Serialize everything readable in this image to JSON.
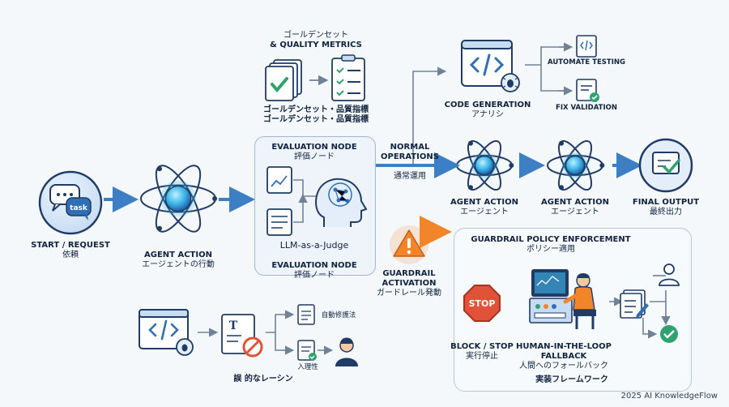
{
  "start": {
    "title": "START / REQUEST",
    "jp": "依頼",
    "bubble_text": "task"
  },
  "agent_action_main": {
    "title": "AGENT ACTION",
    "jp": "エージェントの行動"
  },
  "golden_set": {
    "title_jp": "ゴールデンセット",
    "title_en": "& QUALITY METRICS",
    "caption_line1": "ゴールデンセット・品質指標",
    "caption_line2": "ゴールデンセット・品質指標"
  },
  "evaluation_node": {
    "title": "EVALUATION NODE",
    "jp": "評価ノード",
    "judge": "LLM-as-a-Judge",
    "bottom_title": "EVALUATION NODE",
    "bottom_jp": "評価ノード"
  },
  "normal": {
    "title_line1": "NORMAL",
    "title_line2": "OPERATIONS",
    "jp": "通常運用"
  },
  "code_generation": {
    "title": "CODE GENERATION",
    "jp": "アナリシ"
  },
  "automate_testing": {
    "title": "AUTOMATE TESTING"
  },
  "fix_validation": {
    "title": "FIX VALIDATION"
  },
  "agent_action_2": {
    "title": "AGENT ACTION",
    "jp": "エージェント"
  },
  "agent_action_3": {
    "title": "AGENT ACTION",
    "jp": "エージェント"
  },
  "final_output": {
    "title": "FINAL OUTPUT",
    "jp": "最終出力"
  },
  "guardrail_activation": {
    "title_line1": "GUARDRAIL",
    "title_line2": "ACTIVATION",
    "jp": "ガードレール発動"
  },
  "guardrail_policy": {
    "title": "GUARDRAIL POLICY ENFORCEMENT",
    "jp": "ポリシー適用",
    "footer": "実装フレームワーク"
  },
  "block_stop": {
    "sign": "STOP",
    "title": "BLOCK / STOP",
    "jp": "実行停止"
  },
  "human_loop": {
    "title_line1": "HUMAN-IN-THE-LOOP",
    "title_line2": "FALLBACK",
    "jp": "人間へのフォールバック"
  },
  "bottom_left": {
    "doc1_label": "自動修護法",
    "doc2_label": "入理性",
    "caption": "誤 的なレーシン",
    "doc_letter": "T"
  },
  "footer": {
    "credit": "2025 AI KnowledgeFlow"
  },
  "colors": {
    "arrow_blue": "#3c7fc4",
    "navy": "#1f3b66",
    "orange": "#f2842a",
    "green": "#2fa36f",
    "orb": "#3fb7e8"
  }
}
